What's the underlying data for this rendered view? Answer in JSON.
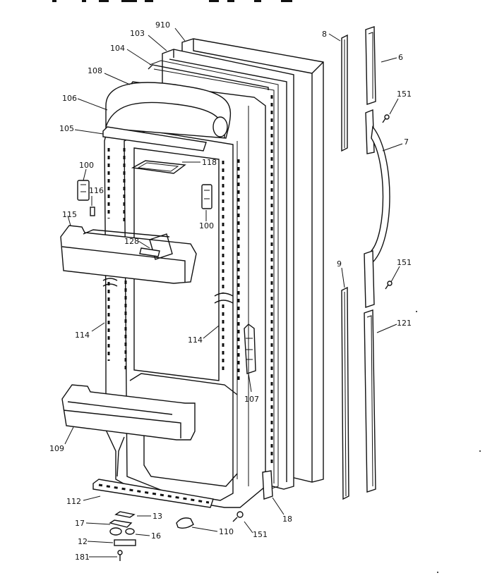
{
  "diagram": {
    "parts": [
      {
        "id": "p910",
        "label": "910"
      },
      {
        "id": "p103",
        "label": "103"
      },
      {
        "id": "p104",
        "label": "104"
      },
      {
        "id": "p108",
        "label": "108"
      },
      {
        "id": "p106",
        "label": "106"
      },
      {
        "id": "p105",
        "label": "105"
      },
      {
        "id": "p118",
        "label": "118"
      },
      {
        "id": "p100a",
        "label": "100"
      },
      {
        "id": "p116",
        "label": "116"
      },
      {
        "id": "p100b",
        "label": "100"
      },
      {
        "id": "p115",
        "label": "115"
      },
      {
        "id": "p128",
        "label": "128"
      },
      {
        "id": "p114a",
        "label": "114"
      },
      {
        "id": "p114b",
        "label": "114"
      },
      {
        "id": "p107",
        "label": "107"
      },
      {
        "id": "p109",
        "label": "109"
      },
      {
        "id": "p112",
        "label": "112"
      },
      {
        "id": "p13",
        "label": "13"
      },
      {
        "id": "p17",
        "label": "17"
      },
      {
        "id": "p16",
        "label": "16"
      },
      {
        "id": "p12",
        "label": "12"
      },
      {
        "id": "p181",
        "label": "181"
      },
      {
        "id": "p110",
        "label": "110"
      },
      {
        "id": "p151c",
        "label": "151"
      },
      {
        "id": "p18",
        "label": "18"
      },
      {
        "id": "p8",
        "label": "8"
      },
      {
        "id": "p6",
        "label": "6"
      },
      {
        "id": "p151a",
        "label": "151"
      },
      {
        "id": "p7",
        "label": "7"
      },
      {
        "id": "p9",
        "label": "9"
      },
      {
        "id": "p151b",
        "label": "151"
      },
      {
        "id": "p121",
        "label": "121"
      }
    ]
  }
}
